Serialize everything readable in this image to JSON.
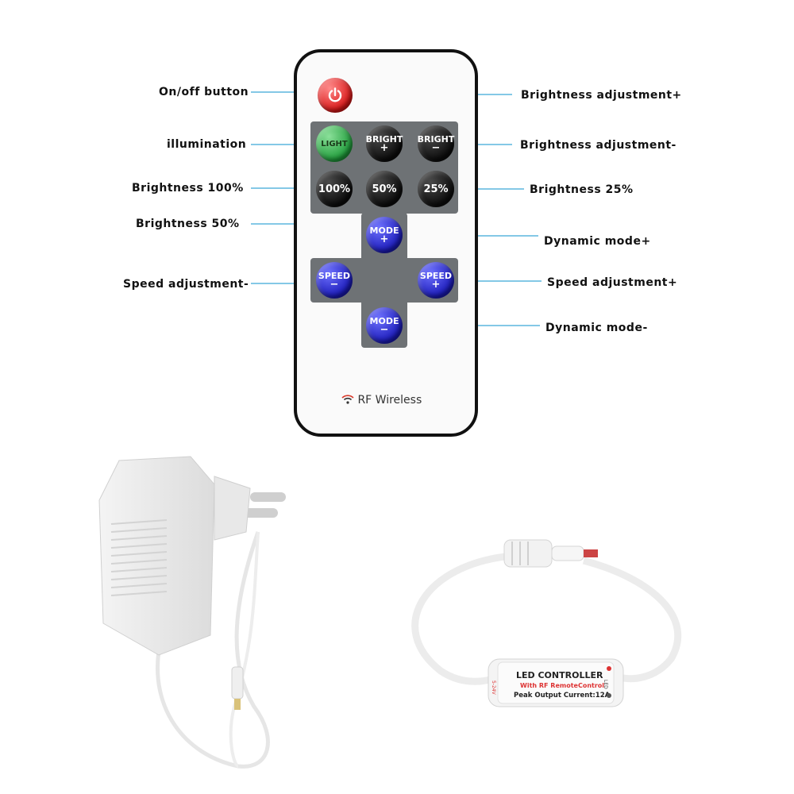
{
  "callouts": {
    "on_off": "On/off button",
    "illumination": "illumination",
    "brightness_100": "Brightness 100%",
    "brightness_50": "Brightness 50%",
    "speed_minus": "Speed adjustment-",
    "bright_plus": "Brightness adjustment+",
    "bright_minus": "Brightness adjustment-",
    "brightness_25": "Brightness 25%",
    "dynamic_plus": "Dynamic mode+",
    "speed_plus": "Speed adjustment+",
    "dynamic_minus": "Dynamic mode-"
  },
  "buttons": {
    "light": "LIGHT",
    "bright": "BRIGHT",
    "plus": "+",
    "minus": "−",
    "pct100": "100%",
    "pct50": "50%",
    "pct25": "25%",
    "mode": "MODE",
    "speed": "SPEED"
  },
  "remote_footer": "RF Wireless",
  "controller": {
    "title": "LED CONTROLLER",
    "subtitle": "With RF RemoteControl",
    "spec": "Peak Output Current:12A",
    "voltage": "5-24V",
    "side": "LED"
  },
  "colors": {
    "callout_line": "#3aa8d8",
    "power": "#d81616",
    "light": "#1f9c3a",
    "mode_speed": "#1a1ab8"
  }
}
